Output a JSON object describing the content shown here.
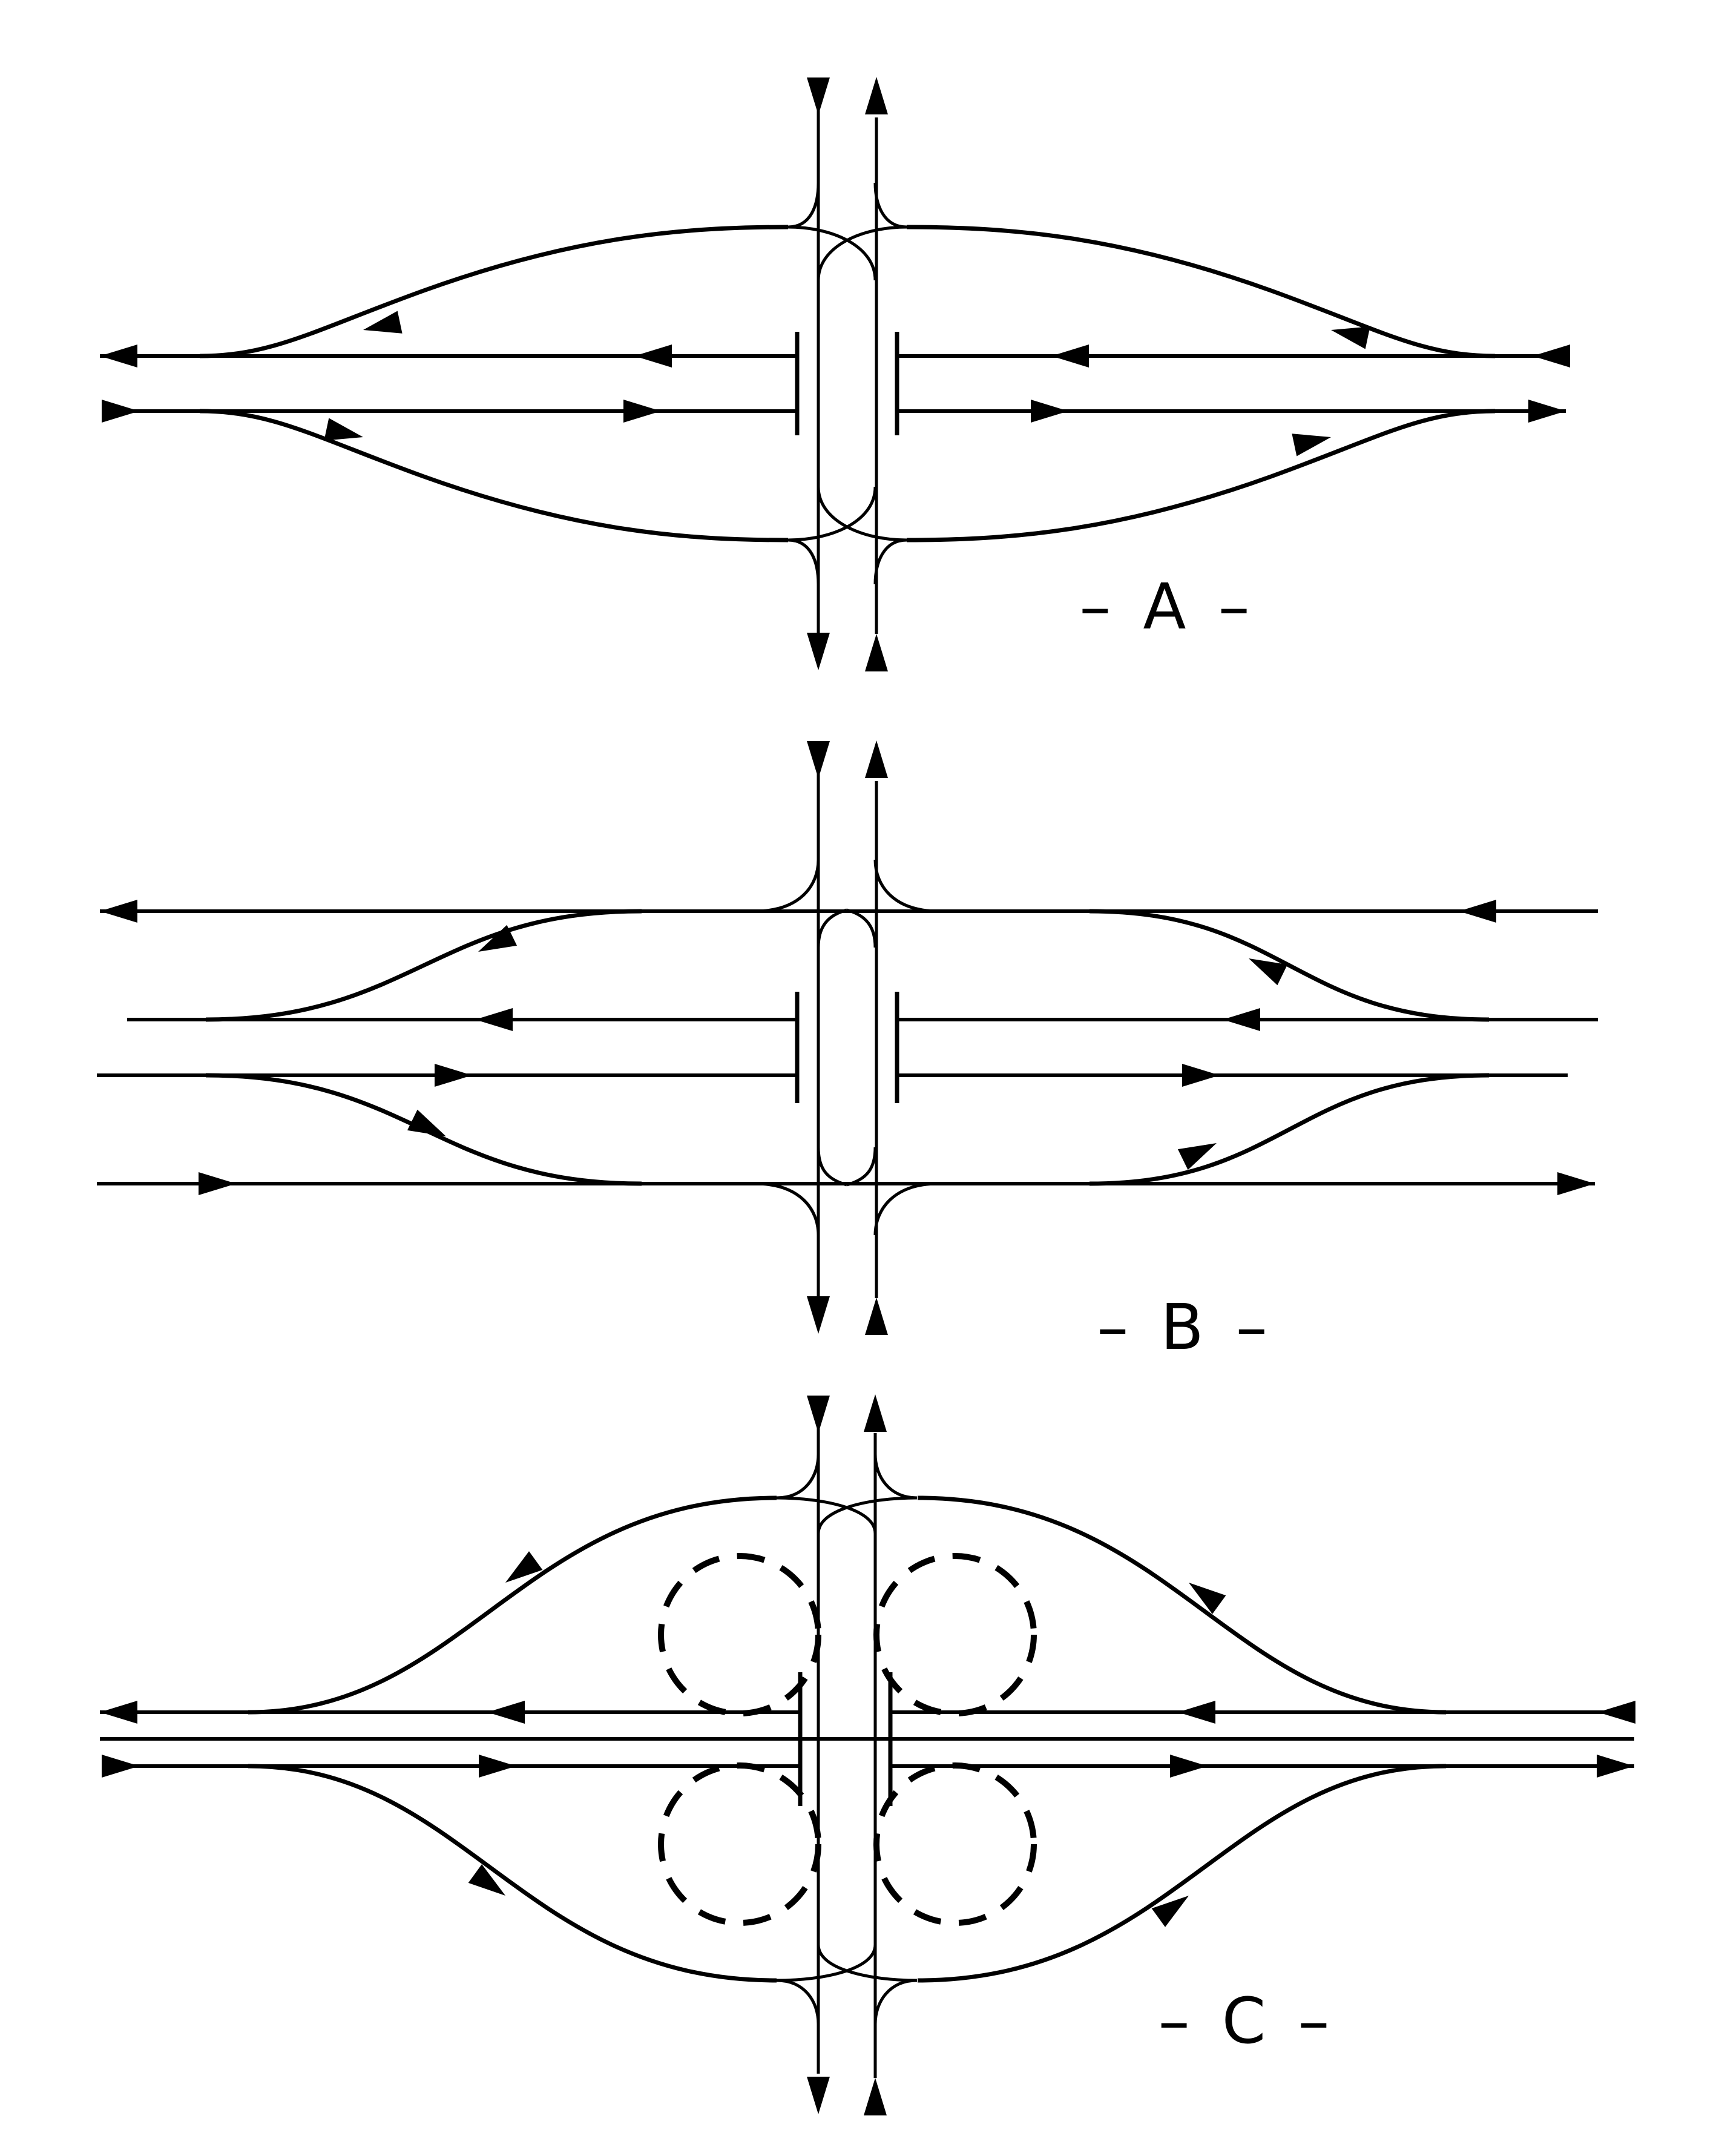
{
  "page": {
    "background_color": "#ffffff",
    "ink_color": "#000000"
  },
  "figure": {
    "description_visible_text_only": "",
    "panels": [
      {
        "id": "A",
        "label_text": "– A –"
      },
      {
        "id": "B",
        "label_text": "– B –"
      },
      {
        "id": "C",
        "label_text": "– C –"
      }
    ]
  },
  "icons": {
    "arrowhead": "filled triangle indicating travel direction"
  }
}
